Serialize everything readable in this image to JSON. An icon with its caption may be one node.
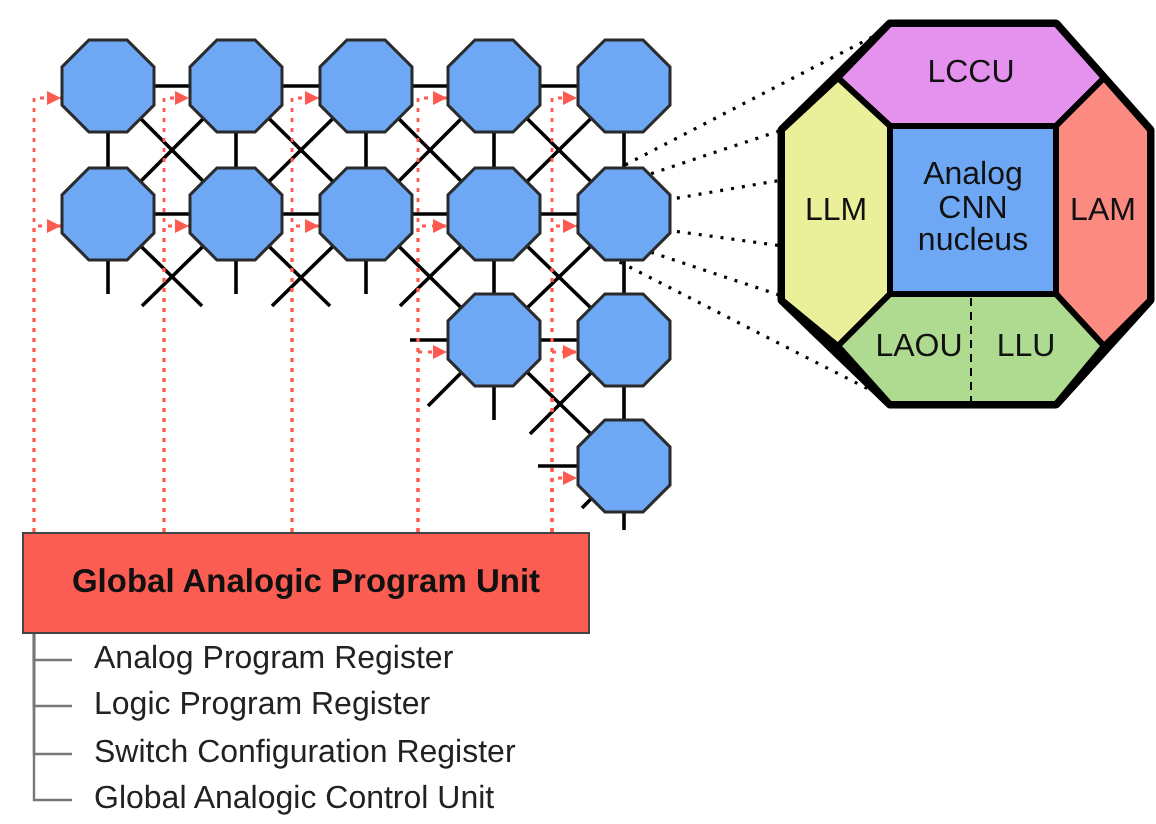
{
  "diagram": {
    "nodes": [
      {
        "text": [],
        "shape": "octagon"
      },
      {
        "text": [],
        "shape": "octagon"
      },
      {
        "text": [],
        "shape": "octagon"
      },
      {
        "text": [],
        "shape": "octagon"
      },
      {
        "text": [],
        "shape": "octagon"
      },
      {
        "text": [],
        "shape": "octagon"
      },
      {
        "text": [],
        "shape": "octagon"
      },
      {
        "text": [],
        "shape": "octagon"
      },
      {
        "text": [],
        "shape": "octagon"
      },
      {
        "text": [],
        "shape": "octagon"
      },
      {
        "text": [],
        "shape": "octagon"
      },
      {
        "text": [],
        "shape": "octagon"
      },
      {
        "text": [],
        "shape": "octagon"
      },
      {
        "text": [],
        "shape": "octagon"
      },
      {
        "text": [
          "LCCU"
        ],
        "in": 13
      },
      {
        "text": [
          "LLM"
        ],
        "in": 13
      },
      {
        "text": [
          "Analog CNN nucleus"
        ],
        "in": 13
      },
      {
        "text": [
          "LAM"
        ],
        "in": 13
      },
      {
        "text": [
          "LAOU"
        ],
        "in": 13
      },
      {
        "text": [
          "LLU"
        ],
        "in": 13
      },
      {
        "text": [
          "Global Analogic Program Unit"
        ]
      },
      {
        "text": [
          "Analog Program Register"
        ]
      },
      {
        "text": [
          "Logic Program Register"
        ]
      },
      {
        "text": [
          "Switch Configuration Register"
        ]
      },
      {
        "text": [
          "Global Analogic Control Unit"
        ]
      }
    ],
    "edges": [
      {
        "from": 0,
        "to": 1,
        "arrow": "none"
      },
      {
        "from": 1,
        "to": 2,
        "arrow": "none"
      },
      {
        "from": 2,
        "to": 3,
        "arrow": "none"
      },
      {
        "from": 3,
        "to": 4,
        "arrow": "none"
      },
      {
        "from": 5,
        "to": 6,
        "arrow": "none"
      },
      {
        "from": 6,
        "to": 7,
        "arrow": "none"
      },
      {
        "from": 7,
        "to": 8,
        "arrow": "none"
      },
      {
        "from": 8,
        "to": 9,
        "arrow": "none"
      },
      {
        "from": 10,
        "to": 11,
        "arrow": "none"
      },
      {
        "from": 0,
        "to": 5,
        "arrow": "none"
      },
      {
        "from": 1,
        "to": 6,
        "arrow": "none"
      },
      {
        "from": 2,
        "to": 7,
        "arrow": "none"
      },
      {
        "from": 3,
        "to": 8,
        "arrow": "none"
      },
      {
        "from": 4,
        "to": 9,
        "arrow": "none"
      },
      {
        "from": 8,
        "to": 10,
        "arrow": "none"
      },
      {
        "from": 9,
        "to": 11,
        "arrow": "none"
      },
      {
        "from": 11,
        "to": 12,
        "arrow": "none"
      },
      {
        "from": 0,
        "to": 6,
        "arrow": "none"
      },
      {
        "from": 1,
        "to": 5,
        "arrow": "none"
      },
      {
        "from": 1,
        "to": 7,
        "arrow": "none"
      },
      {
        "from": 2,
        "to": 6,
        "arrow": "none"
      },
      {
        "from": 2,
        "to": 8,
        "arrow": "none"
      },
      {
        "from": 3,
        "to": 7,
        "arrow": "none"
      },
      {
        "from": 3,
        "to": 9,
        "arrow": "none"
      },
      {
        "from": 4,
        "to": 8,
        "arrow": "none"
      },
      {
        "from": 7,
        "to": 10,
        "arrow": "none"
      },
      {
        "from": 8,
        "to": 11,
        "arrow": "none"
      },
      {
        "from": 9,
        "to": 10,
        "arrow": "none"
      },
      {
        "from": 10,
        "to": 12,
        "arrow": "none"
      },
      {
        "from": 5,
        "to": null,
        "arrow": "none"
      },
      {
        "from": 6,
        "to": null,
        "arrow": "none"
      },
      {
        "from": 7,
        "to": null,
        "arrow": "none"
      },
      {
        "from": 5,
        "to": null,
        "arrow": "none"
      },
      {
        "from": 6,
        "to": null,
        "arrow": "none"
      },
      {
        "from": 6,
        "to": null,
        "arrow": "none"
      },
      {
        "from": 7,
        "to": null,
        "arrow": "none"
      },
      {
        "from": 8,
        "to": null,
        "arrow": "none"
      },
      {
        "from": 10,
        "to": null,
        "arrow": "none"
      },
      {
        "from": 10,
        "to": null,
        "arrow": "none"
      },
      {
        "from": 10,
        "to": null,
        "arrow": "none"
      },
      {
        "from": 11,
        "to": null,
        "arrow": "none"
      },
      {
        "from": 12,
        "to": null,
        "arrow": "none"
      },
      {
        "from": 12,
        "to": null,
        "arrow": "none"
      },
      {
        "from": 12,
        "to": null,
        "arrow": "none"
      },
      {
        "from": 20,
        "to": 0,
        "arrow": "to",
        "style": "dashed",
        "color": "#ff5a4f"
      },
      {
        "from": 20,
        "to": 1,
        "arrow": "to",
        "style": "dashed",
        "color": "#ff5a4f"
      },
      {
        "from": 20,
        "to": 2,
        "arrow": "to",
        "style": "dashed",
        "color": "#ff5a4f"
      },
      {
        "from": 20,
        "to": 3,
        "arrow": "to",
        "style": "dashed",
        "color": "#ff5a4f"
      },
      {
        "from": 20,
        "to": 4,
        "arrow": "to",
        "style": "dashed",
        "color": "#ff5a4f"
      },
      {
        "from": 20,
        "to": 5,
        "arrow": "to",
        "style": "dashed",
        "color": "#ff5a4f"
      },
      {
        "from": 20,
        "to": 6,
        "arrow": "to",
        "style": "dashed",
        "color": "#ff5a4f"
      },
      {
        "from": 20,
        "to": 7,
        "arrow": "to",
        "style": "dashed",
        "color": "#ff5a4f"
      },
      {
        "from": 20,
        "to": 8,
        "arrow": "to",
        "style": "dashed",
        "color": "#ff5a4f"
      },
      {
        "from": 20,
        "to": 9,
        "arrow": "to",
        "style": "dashed",
        "color": "#ff5a4f"
      },
      {
        "from": 20,
        "to": 10,
        "arrow": "to",
        "style": "dashed",
        "color": "#ff5a4f"
      },
      {
        "from": 20,
        "to": 11,
        "arrow": "to",
        "style": "dashed",
        "color": "#ff5a4f"
      },
      {
        "from": 20,
        "to": 12,
        "arrow": "to",
        "style": "dashed",
        "color": "#ff5a4f"
      },
      {
        "from": 9,
        "to": 13,
        "arrow": "none",
        "style": "dashed"
      },
      {
        "from": 9,
        "to": 13,
        "arrow": "none",
        "style": "dashed"
      },
      {
        "from": 9,
        "to": 13,
        "arrow": "none",
        "style": "dashed"
      },
      {
        "from": 9,
        "to": 13,
        "arrow": "none",
        "style": "dashed"
      },
      {
        "from": 9,
        "to": 13,
        "arrow": "none",
        "style": "dashed"
      },
      {
        "from": 9,
        "to": 13,
        "arrow": "none",
        "style": "dashed"
      },
      {
        "from": 20,
        "to": 21,
        "arrow": "none",
        "color": "#777777"
      },
      {
        "from": 20,
        "to": 22,
        "arrow": "none",
        "color": "#777777"
      },
      {
        "from": 20,
        "to": 23,
        "arrow": "none",
        "color": "#777777"
      },
      {
        "from": 20,
        "to": 24,
        "arrow": "none",
        "color": "#777777"
      }
    ]
  }
}
